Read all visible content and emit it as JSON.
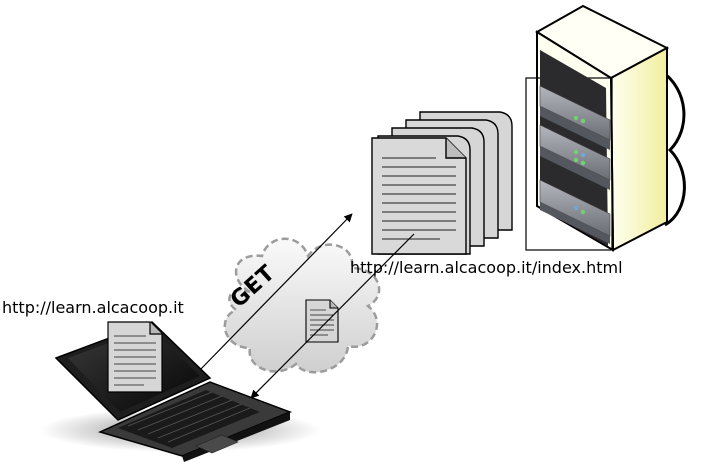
{
  "labels": {
    "client_url": "http://learn.alcacoop.it",
    "server_url": "http://learn.alcacoop.it/index.html",
    "request": "GET"
  },
  "colors": {
    "page_fill": "#d6d6d6",
    "cloud_fill": "#e8e8e8",
    "cloud_stroke": "#9c9c9c",
    "rack_front": "#ffffcc",
    "rack_side": "#f4f0a8",
    "server_unit": "#8a8c94",
    "laptop_body": "#2a2a2a",
    "led_green": "#6fd36f",
    "led_blue": "#6fa8d8"
  },
  "icons": [
    "laptop-icon",
    "document-icon",
    "document-stack-icon",
    "cloud-icon",
    "server-rack-icon"
  ]
}
